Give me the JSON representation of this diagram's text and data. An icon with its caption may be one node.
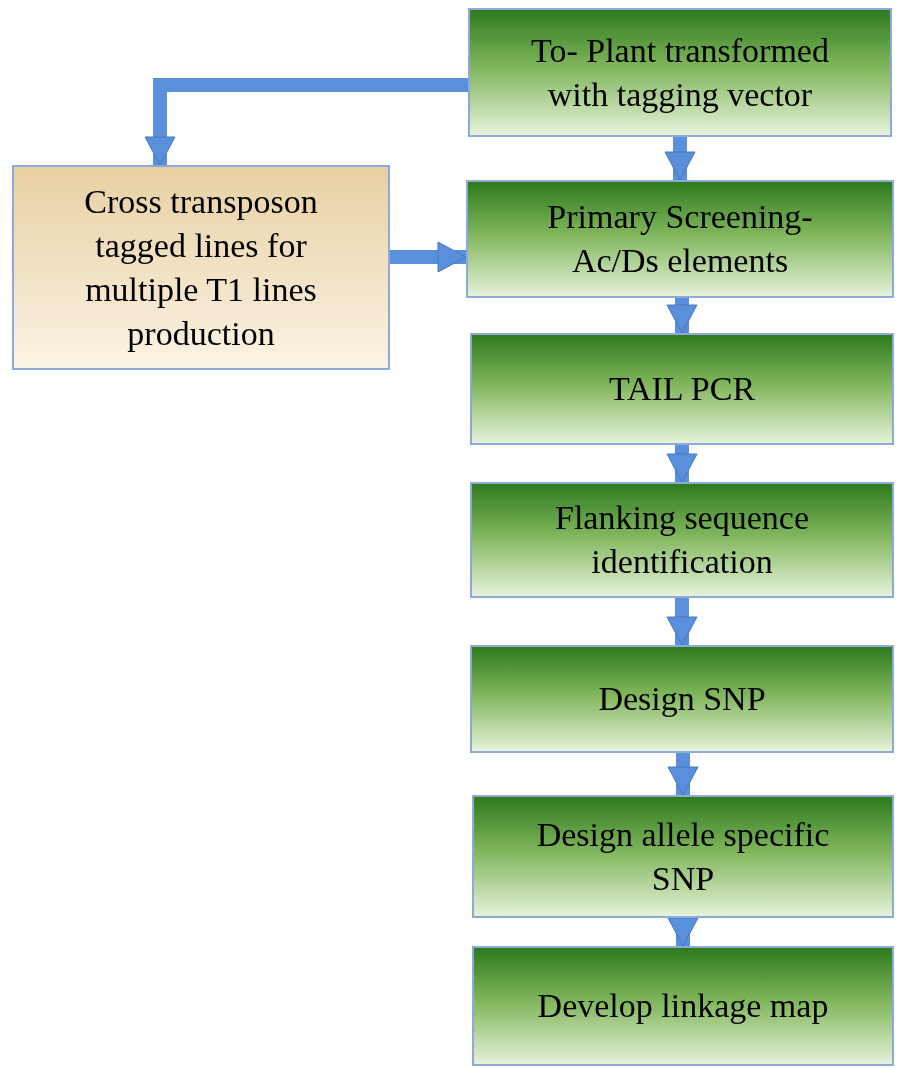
{
  "diagram": {
    "nodes": [
      {
        "text": [
          "To- Plant transformed with tagging vector"
        ]
      },
      {
        "text": [
          "Cross transposon tagged lines for multiple T1 lines production"
        ]
      },
      {
        "text": [
          "Primary Screening- Ac/Ds elements"
        ]
      },
      {
        "text": [
          "TAIL PCR"
        ]
      },
      {
        "text": [
          "Flanking sequence identification"
        ]
      },
      {
        "text": [
          "Design SNP"
        ]
      },
      {
        "text": [
          "Design allele specific SNP"
        ]
      },
      {
        "text": [
          "Develop linkage map"
        ]
      }
    ],
    "edges": [
      {
        "from": 0,
        "to": 1,
        "arrow": "to"
      },
      {
        "from": 0,
        "to": 2,
        "arrow": "to"
      },
      {
        "from": 1,
        "to": 2,
        "arrow": "to"
      },
      {
        "from": 2,
        "to": 3,
        "arrow": "to"
      },
      {
        "from": 3,
        "to": 4,
        "arrow": "to"
      },
      {
        "from": 4,
        "to": 5,
        "arrow": "to"
      },
      {
        "from": 5,
        "to": 6,
        "arrow": "to"
      },
      {
        "from": 6,
        "to": 7,
        "arrow": "to"
      }
    ]
  }
}
